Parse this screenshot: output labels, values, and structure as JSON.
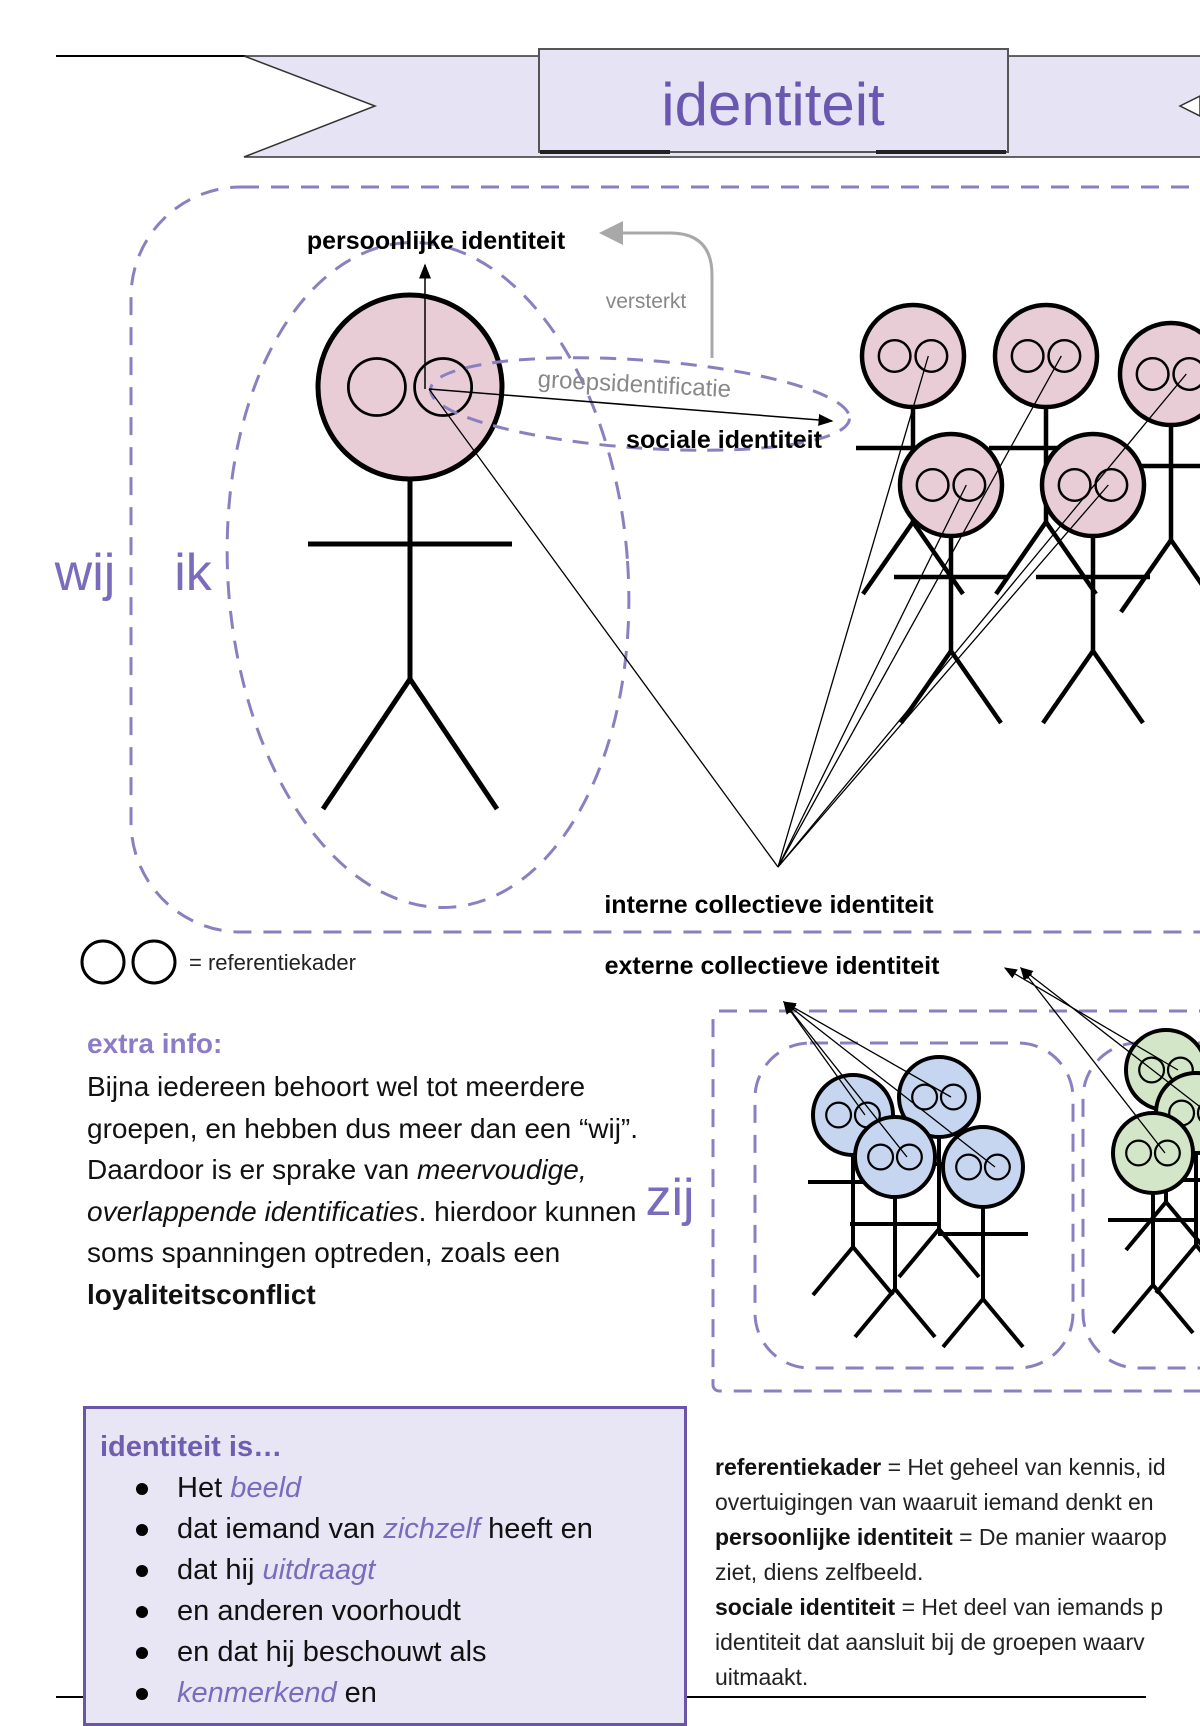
{
  "banner": {
    "title": "identiteit"
  },
  "labels": {
    "wij": "wij",
    "ik": "ik",
    "zij": "zij",
    "persoonlijke": "persoonlijke identiteit",
    "versterkt": "versterkt",
    "groepsidentificatie": "groepsidentificatie",
    "sociale": "sociale identiteit",
    "interne": "interne collectieve identiteit",
    "externe": "externe collectieve identiteit",
    "legend": "= referentiekader"
  },
  "colors": {
    "accent": "#7a6bbd",
    "pink": "#e8cdd7",
    "blue": "#c6d6f0",
    "green": "#d4e6c8",
    "box_fill": "#e8e6f5"
  },
  "extra_info": {
    "heading": "extra info:",
    "p1": "Bijna iedereen behoort wel tot meerdere groepen, en hebben dus meer dan een “wij”. Daardoor is er sprake van ",
    "p_italic": "meervoudige, overlappende identificaties",
    "p2": ". hierdoor kunnen soms spanningen optreden, zoals een ",
    "p_bold": "loyaliteitsconflict"
  },
  "identity_box": {
    "heading": "identiteit is…",
    "items": [
      {
        "pre": "Het ",
        "em": "beeld",
        "post": ""
      },
      {
        "pre": "dat iemand van ",
        "em": "zichzelf",
        "post": " heeft en"
      },
      {
        "pre": "dat hij ",
        "em": "uitdraagt",
        "post": ""
      },
      {
        "pre": "en anderen voorhoudt",
        "em": "",
        "post": ""
      },
      {
        "pre": "en dat hij beschouwt als",
        "em": "",
        "post": ""
      },
      {
        "pre": "",
        "em": "kenmerkend",
        "post": " en"
      }
    ]
  },
  "definitions": [
    {
      "term": "referentiekader",
      "text": " = Het geheel van kennis, id",
      "cont": "overtuigingen van waaruit iemand denkt en"
    },
    {
      "term": "persoonlijke identiteit",
      "text": " = De manier waarop",
      "cont": "ziet, diens zelfbeeld."
    },
    {
      "term": "sociale identiteit",
      "text": " = Het deel van iemands p",
      "cont": "identiteit dat aansluit bij de groepen waarv",
      "cont2": "uitmaakt."
    }
  ]
}
